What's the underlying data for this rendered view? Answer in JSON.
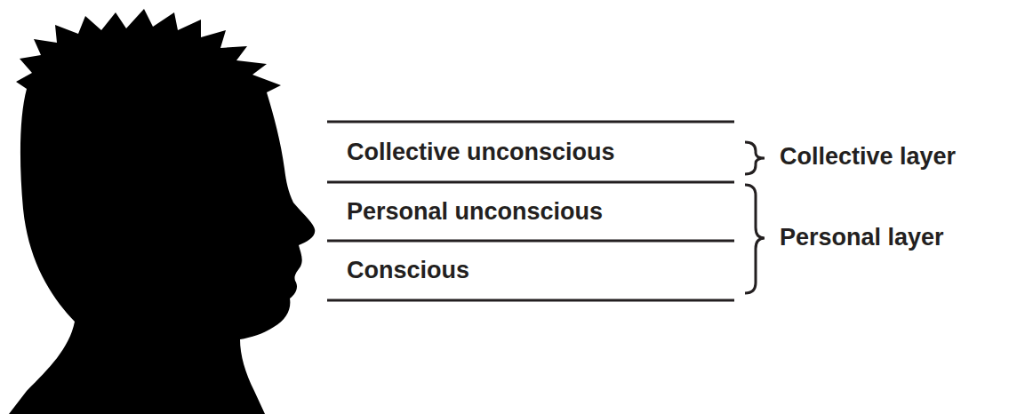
{
  "diagram": {
    "nodes": [
      {
        "text": [
          "Collective unconscious"
        ]
      },
      {
        "text": [
          "Personal unconscious"
        ]
      },
      {
        "text": [
          "Conscious"
        ]
      }
    ],
    "labels": [
      "Collective layer",
      "Personal layer"
    ]
  }
}
